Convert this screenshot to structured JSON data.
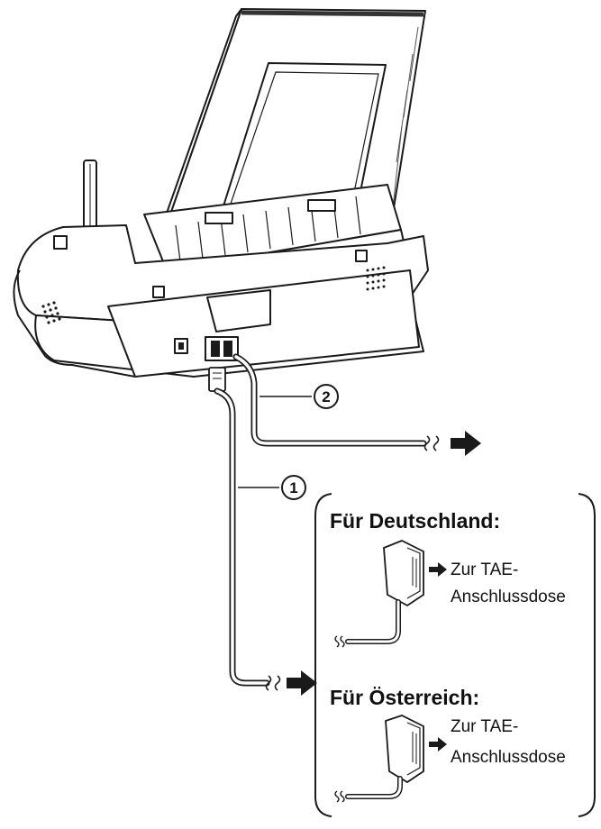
{
  "callouts": {
    "cable_1": "1",
    "cable_2": "2"
  },
  "panel": {
    "germany": {
      "title": "Für Deutschland:",
      "line1": "Zur TAE-",
      "line2": "Anschlussdose"
    },
    "austria": {
      "title": "Für Österreich:",
      "line1": "Zur TAE-",
      "line2": "Anschlussdose"
    }
  },
  "icons": {
    "arrow": "right-arrow-icon",
    "cable_break": "cable-break-icon",
    "plug": "tae-plug-icon",
    "device": "fax-machine-illustration"
  }
}
